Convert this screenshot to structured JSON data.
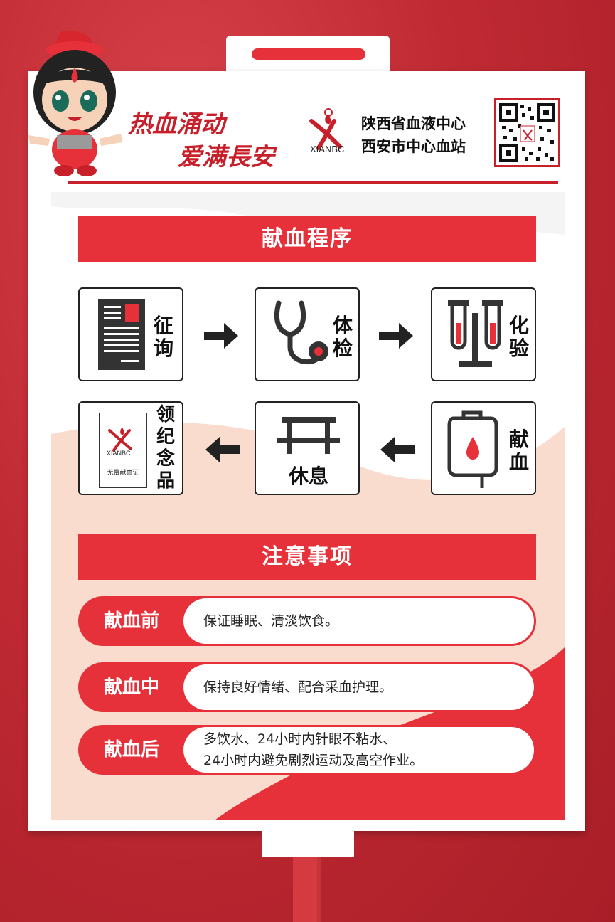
{
  "slogan": {
    "line1": "热血涌动",
    "line2": "爱满長安"
  },
  "logo": {
    "text": "XIANBC"
  },
  "org": {
    "line1": "陕西省血液中心",
    "line2": "西安市中心血站"
  },
  "procedure": {
    "title": "献血程序",
    "steps": [
      {
        "label": "征询",
        "icon": "document-icon"
      },
      {
        "label": "体检",
        "icon": "stethoscope-icon"
      },
      {
        "label": "化验",
        "icon": "test-tube-icon"
      },
      {
        "label": "献血",
        "icon": "blood-bag-icon"
      },
      {
        "label": "休息",
        "icon": "bench-icon"
      },
      {
        "label": "领纪念品",
        "icon": "certificate-icon"
      }
    ],
    "certificate_text": "无偿献血证"
  },
  "notes": {
    "title": "注意事项",
    "items": [
      {
        "tag": "献血前",
        "text": "保证睡眠、清淡饮食。"
      },
      {
        "tag": "献血中",
        "text": "保持良好情绪、配合采血护理。"
      },
      {
        "tag": "献血后",
        "text_line1": "多饮水、24小时内针眼不粘水、",
        "text_line2": "24小时内避免剧烈运动及高空作业。"
      }
    ]
  },
  "colors": {
    "primary_red": "#e6303a",
    "dark_red": "#c8202a",
    "peach": "#f9dccd"
  }
}
